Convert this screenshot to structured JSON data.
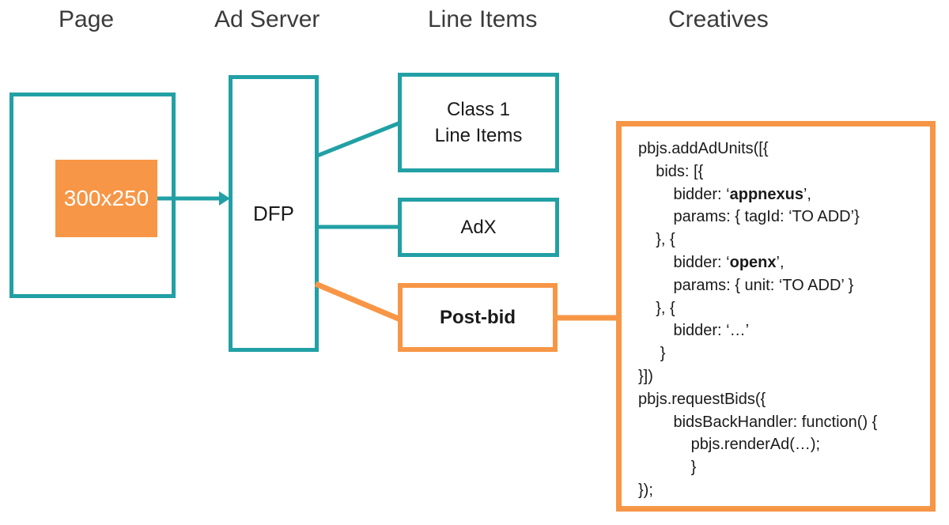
{
  "colors": {
    "teal": "#21A0A5",
    "orange": "#F79646",
    "heading_text": "#3B3B3B",
    "label_text": "#1A1A1A",
    "ad_slot_text": "#FFFFFF"
  },
  "headings": {
    "page": "Page",
    "ad_server": "Ad Server",
    "line_items": "Line Items",
    "creatives": "Creatives"
  },
  "page_column": {
    "ad_slot_label": "300x250"
  },
  "ad_server_column": {
    "dfp_label": "DFP"
  },
  "line_items_column": {
    "class1_line1": "Class 1",
    "class1_line2": "Line Items",
    "adx_label": "AdX",
    "postbid_label": "Post-bid"
  },
  "creatives_column": {
    "code_lines": [
      {
        "parts": [
          {
            "text": "pbjs.addAdUnits([{",
            "bold": false
          }
        ]
      },
      {
        "parts": [
          {
            "text": "    bids: [{",
            "bold": false
          }
        ]
      },
      {
        "parts": [
          {
            "text": "        bidder: ‘",
            "bold": false
          },
          {
            "text": "appnexus",
            "bold": true
          },
          {
            "text": "’,",
            "bold": false
          }
        ]
      },
      {
        "parts": [
          {
            "text": "        params: { tagId: ‘TO ADD’}",
            "bold": false
          }
        ]
      },
      {
        "parts": [
          {
            "text": "    }, {",
            "bold": false
          }
        ]
      },
      {
        "parts": [
          {
            "text": "        bidder: ‘",
            "bold": false
          },
          {
            "text": "openx",
            "bold": true
          },
          {
            "text": "’,",
            "bold": false
          }
        ]
      },
      {
        "parts": [
          {
            "text": "        params: { unit: ‘TO ADD’ }",
            "bold": false
          }
        ]
      },
      {
        "parts": [
          {
            "text": "    }, {",
            "bold": false
          }
        ]
      },
      {
        "parts": [
          {
            "text": "        bidder: ‘…’",
            "bold": false
          }
        ]
      },
      {
        "parts": [
          {
            "text": "     }",
            "bold": false
          }
        ]
      },
      {
        "parts": [
          {
            "text": "}])",
            "bold": false
          }
        ]
      },
      {
        "parts": [
          {
            "text": "pbjs.requestBids({",
            "bold": false
          }
        ]
      },
      {
        "parts": [
          {
            "text": "        bidsBackHandler: function() {",
            "bold": false
          }
        ]
      },
      {
        "parts": [
          {
            "text": "            pbjs.renderAd(…);",
            "bold": false
          }
        ]
      },
      {
        "parts": [
          {
            "text": "            }",
            "bold": false
          }
        ]
      },
      {
        "parts": [
          {
            "text": "});",
            "bold": false
          }
        ]
      }
    ]
  }
}
